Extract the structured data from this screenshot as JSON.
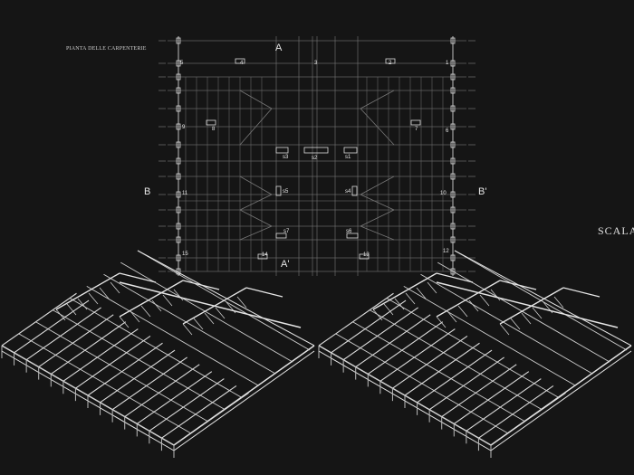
{
  "drawing": {
    "title": "PIANTA DELLE CARPENTERIE",
    "scale_label": "SCALA",
    "section_labels": {
      "a_top": "A",
      "a_bottom": "A'",
      "b_left": "B",
      "b_right": "B'"
    },
    "node_labels": [
      "1",
      "2",
      "3",
      "4",
      "5",
      "6",
      "7",
      "8",
      "9",
      "10",
      "11",
      "12",
      "13",
      "14",
      "15"
    ],
    "support_labels": [
      "s1",
      "s2",
      "s3",
      "s4",
      "s5",
      "s6",
      "s7"
    ],
    "colors": {
      "background": "#151515",
      "lines": "#d8d8d8"
    }
  }
}
